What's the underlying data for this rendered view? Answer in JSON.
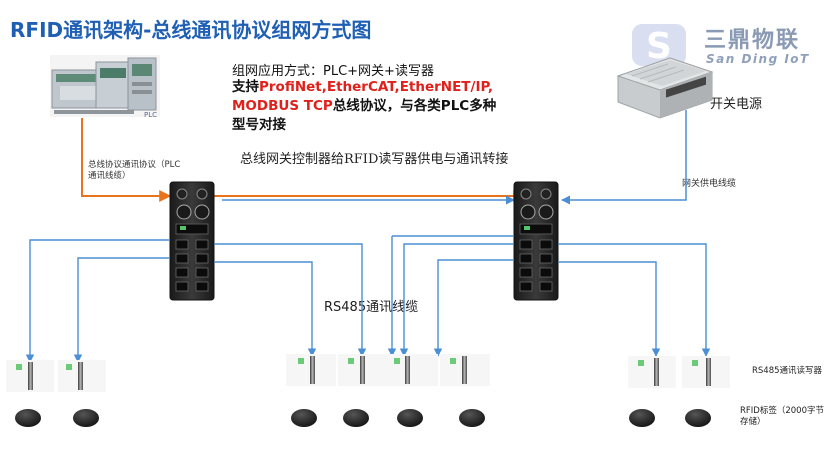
{
  "title": {
    "main": "RFID通讯架构",
    "dash": "-",
    "sub": "总线通讯协议组网方式图"
  },
  "brand": {
    "cn": "三鼎物联",
    "en": "San Ding IoT",
    "logo_letter": "S"
  },
  "mode_line": "组网应用方式：PLC+网关+读写器",
  "protocols": {
    "prefix": "支持",
    "line1_red": "ProfiNet,EtherCAT,EtherNET/IP,",
    "line2_red": "MODBUS TCP",
    "line2_rest": "总线协议，与各类PLC多种",
    "line3": "型号对接"
  },
  "gateway_note": "总线网关控制器给RFID读写器供电与通讯转接",
  "psu_label": "开关电源",
  "psu_cable": "网关供电线缆",
  "plc_cable": "总线协议通讯协议（PLC通讯线缆）",
  "plc_label": "PLC",
  "rs485_cable": "RS485通讯线缆",
  "reader_note": "RS485通讯读写器",
  "tag_note": "RFID标签（2000字节存储）",
  "colors": {
    "title": "#1f5fb4",
    "red": "#e0201b",
    "orange_line": "#e8741e",
    "blue_line": "#4a8fd6"
  }
}
